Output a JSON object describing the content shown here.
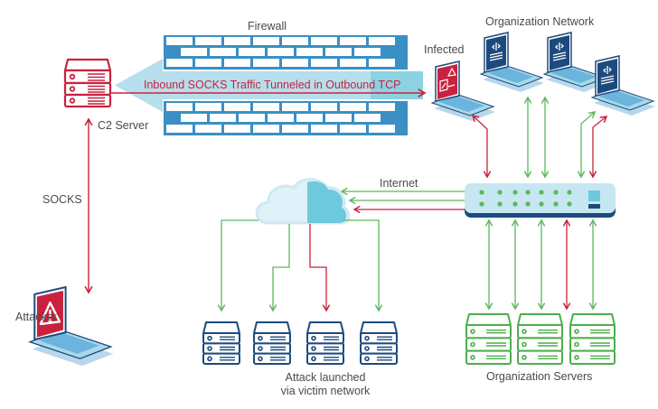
{
  "labels": {
    "firewall": "Firewall",
    "tunnel": "Inbound SOCKS Traffic Tunneled in Outbound TCP",
    "c2_server": "C2 Server",
    "socks": "SOCKS",
    "attacker": "Attacker",
    "organization_network": "Organization Network",
    "infected": "Infected",
    "internet": "Internet",
    "attack_launched_line1": "Attack launched",
    "attack_launched_line2": "via victim network",
    "organization_servers": "Organization Servers"
  },
  "nodes": {
    "c2_server": {
      "kind": "server",
      "status": "malicious"
    },
    "attacker": {
      "kind": "laptop",
      "status": "malicious",
      "icon": "warning-icon"
    },
    "firewall": {
      "kind": "brick-wall"
    },
    "infected_laptop": {
      "kind": "laptop",
      "status": "infected",
      "icon": "malware-icon"
    },
    "org_laptops": [
      {
        "kind": "laptop",
        "status": "normal",
        "icon": "code-icon"
      },
      {
        "kind": "laptop",
        "status": "normal",
        "icon": "code-icon"
      },
      {
        "kind": "laptop",
        "status": "normal",
        "icon": "code-icon"
      }
    ],
    "switch": {
      "kind": "network-switch",
      "port_rows": 2,
      "ports_per_row": 7
    },
    "internet_cloud": {
      "kind": "cloud"
    },
    "target_servers": [
      {
        "kind": "server",
        "link": "normal"
      },
      {
        "kind": "server",
        "link": "normal"
      },
      {
        "kind": "server",
        "link": "malicious"
      },
      {
        "kind": "server",
        "link": "normal"
      }
    ],
    "org_servers": [
      {
        "kind": "server"
      },
      {
        "kind": "server"
      },
      {
        "kind": "server"
      }
    ]
  },
  "links": {
    "switch_to_org_servers": [
      "normal",
      "normal",
      "normal",
      "malicious",
      "normal"
    ],
    "switch_to_internet": [
      "normal",
      "normal",
      "malicious"
    ]
  },
  "colors": {
    "malicious": "#c8223e",
    "normal": "#5cb85c",
    "server_green": "#4cae4c",
    "navy": "#1d4a7e",
    "light_blue": "#a9d8ea",
    "firewall_blue": "#3a8fc4",
    "cloud_teal": "#6ec9dc",
    "text": "#4a4a4a"
  }
}
